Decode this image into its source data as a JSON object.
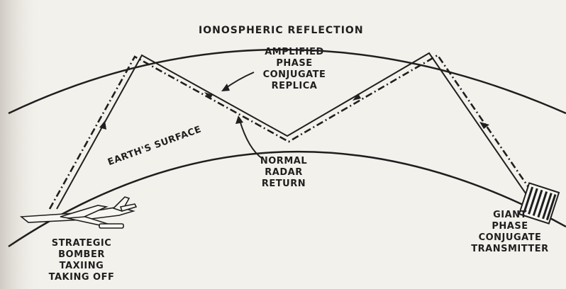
{
  "labels": {
    "ionospheric_reflection": "IONOSPHERIC REFLECTION",
    "amplified_phase_conjugate_replica": [
      "AMPLIFIED",
      "PHASE",
      "CONJUGATE",
      "REPLICA"
    ],
    "normal_radar_return": [
      "NORMAL",
      "RADAR",
      "RETURN"
    ],
    "earths_surface": "EARTH'S SURFACE",
    "bomber": [
      "STRATEGIC",
      "BOMBER",
      "TAXIING",
      "TAKING OFF"
    ],
    "transmitter": [
      "GIANT",
      "PHASE",
      "CONJUGATE",
      "TRANSMITTER"
    ]
  },
  "colors": {
    "background": "#f3f1ec",
    "ink": "#1f1f1f",
    "page_edge_shadow": "#cfcac3"
  },
  "icons": [
    "strategic-bomber-icon",
    "phase-conjugate-transmitter-icon"
  ]
}
